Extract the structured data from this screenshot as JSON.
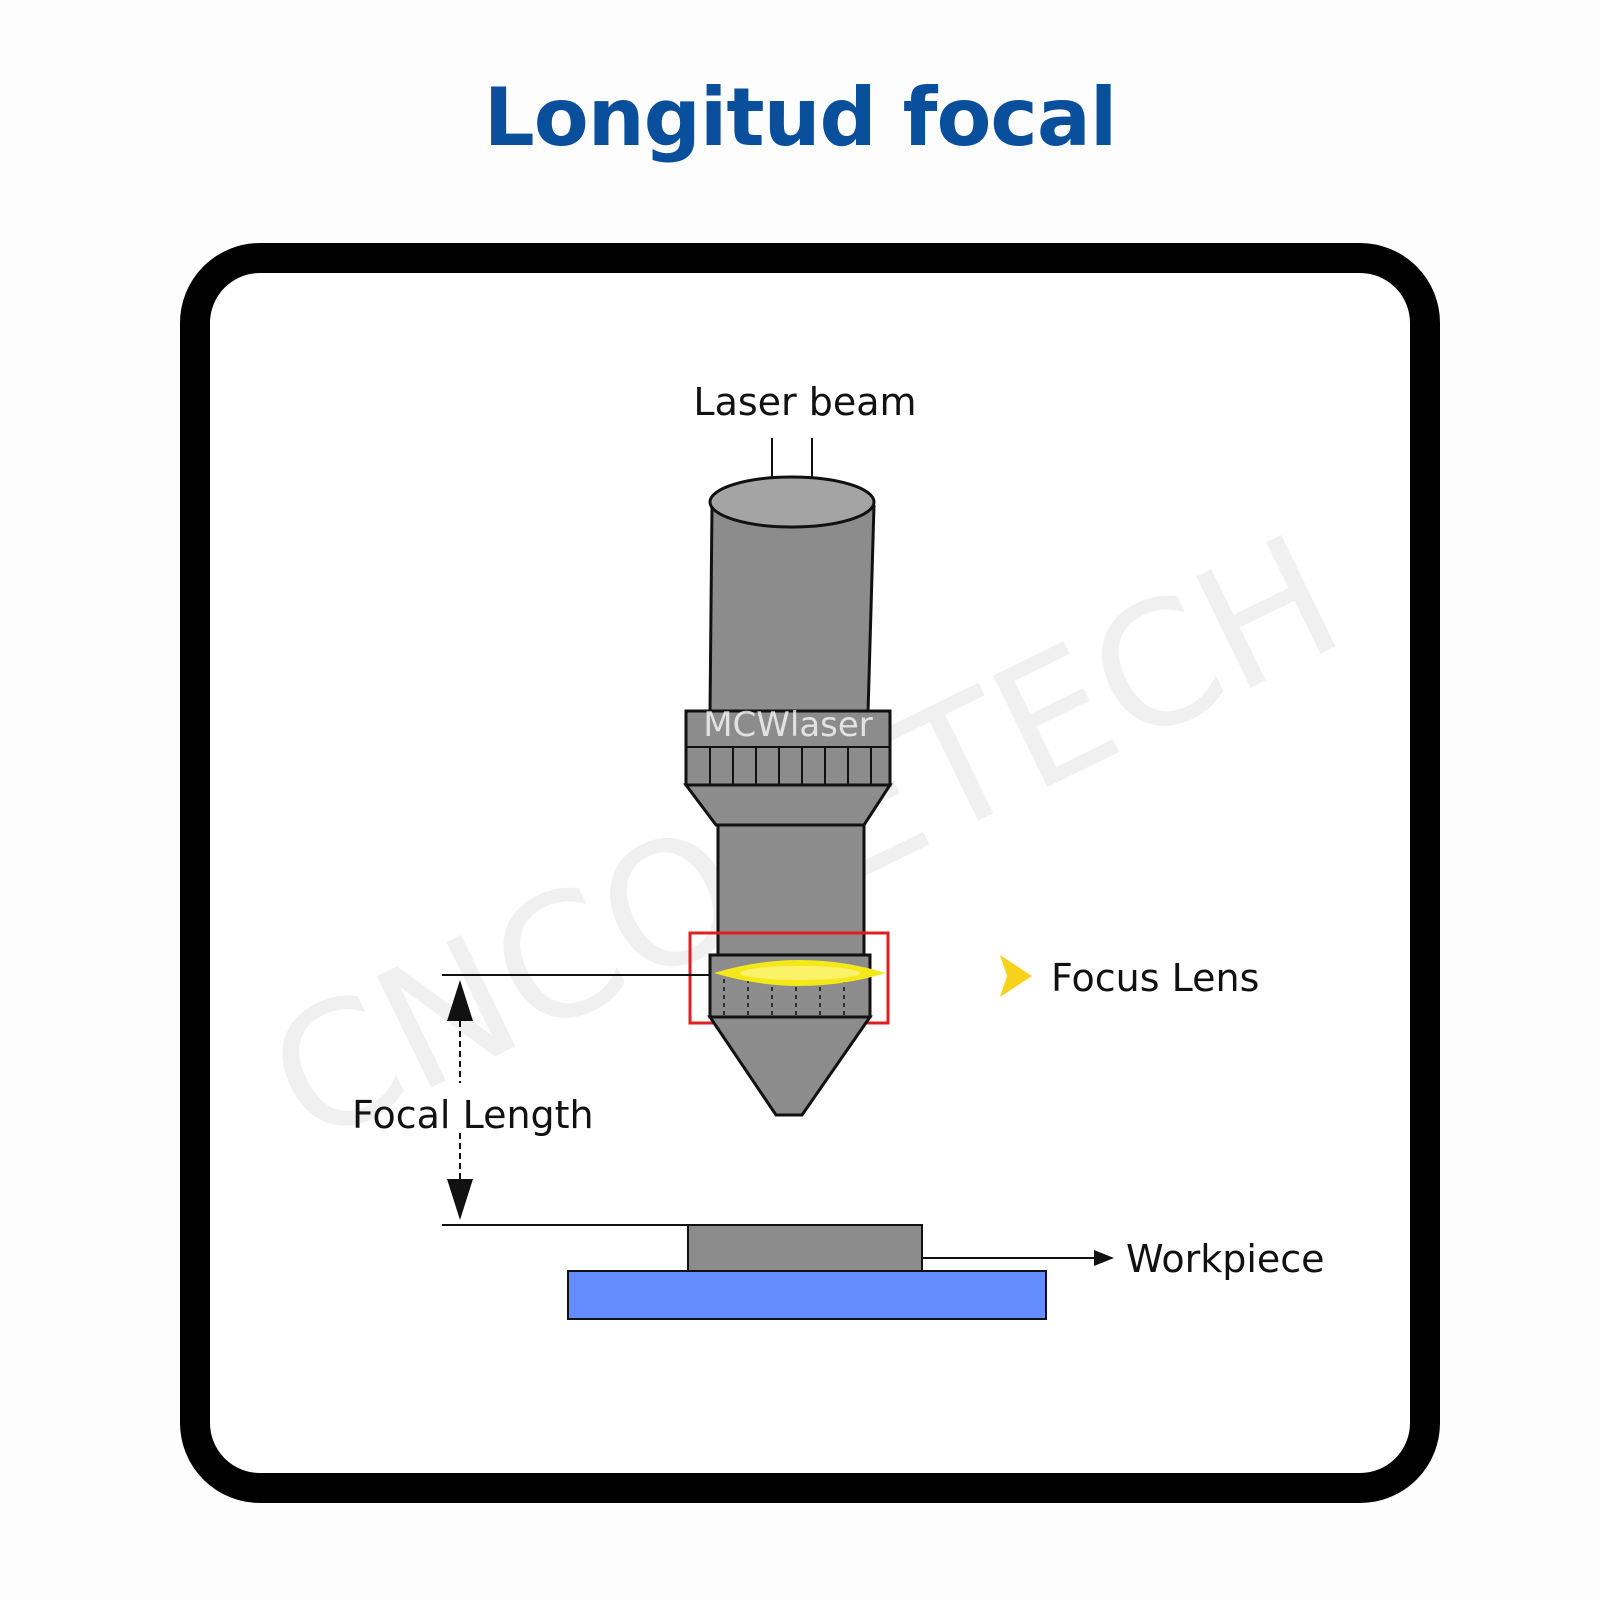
{
  "header": {
    "title": "Longitud focal"
  },
  "diagram": {
    "labels": {
      "laser_beam": "Laser beam",
      "focus_lens": "Focus Lens",
      "focal_length": "Focal Length",
      "workpiece": "Workpiece"
    },
    "watermarks": {
      "brand_diagonal": "CNCOLETECH",
      "brand_on_head": "MCWlaser"
    },
    "colors": {
      "title": "#0a4f9c",
      "head_metal": "#8c8c8c",
      "lens": "#f5e81a",
      "highlight_box": "#e02020",
      "pointer_arrow": "#f7d21a",
      "workpiece": "#8c8c8c",
      "base_plate": "#638cff"
    },
    "icons": [
      "pointer-arrow-icon",
      "arrow-up-icon",
      "arrow-down-icon",
      "arrow-right-icon"
    ]
  }
}
